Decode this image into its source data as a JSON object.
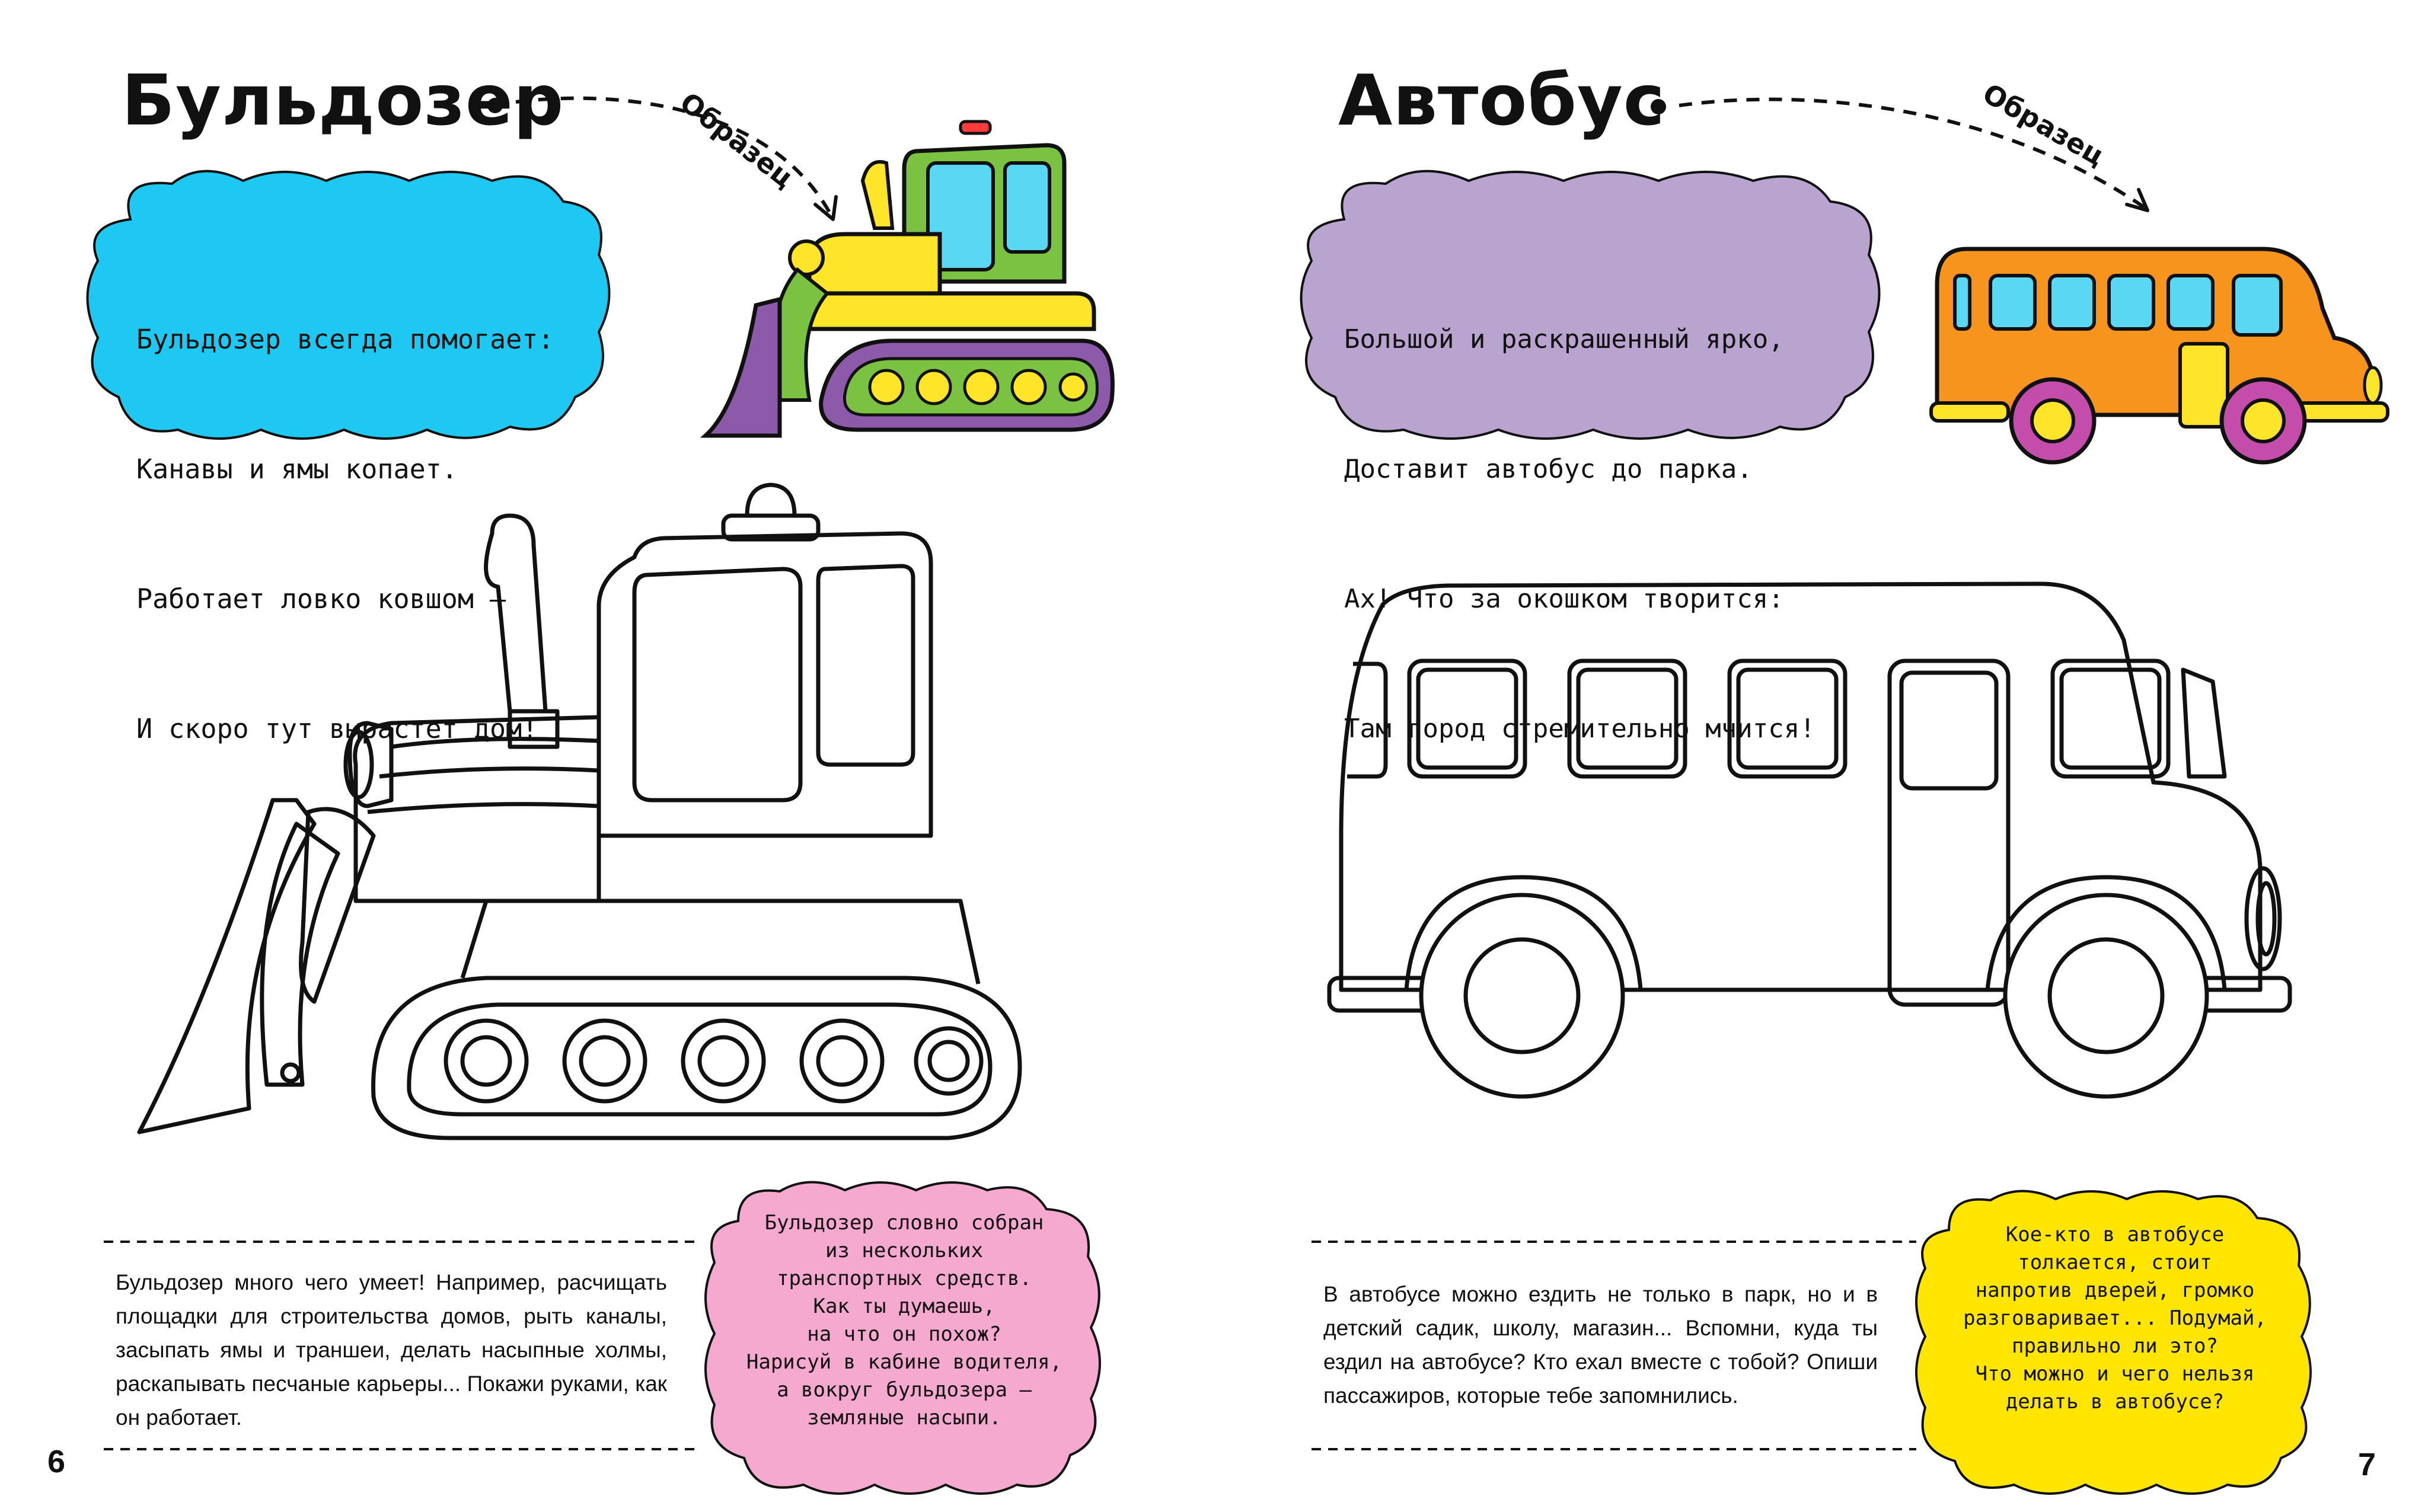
{
  "left_page": {
    "title": "Бульдозер",
    "sample_label": "Образец",
    "poem": [
      "Бульдозер всегда помогает:",
      "Канавы и ямы копает.",
      "Работает ловко ковшом –",
      "И скоро тут вырастет дом!"
    ],
    "note": [
      "Бульдозер словно собран",
      "из нескольких",
      "транспортных средств.",
      "Как ты думаешь,",
      "на что он похож?",
      "Нарисуй в кабине водителя,",
      "а вокруг бульдозера –",
      "земляные насыпи."
    ],
    "body": "Бульдозер много чего умеет! Например, расчищать площадки для строительства домов, рыть каналы, засыпать ямы и траншеи, делать насыпные холмы, раскапывать песчаные карьеры... Покажи руками, как он работает.",
    "page_number": "6"
  },
  "right_page": {
    "title": "Автобус",
    "sample_label": "Образец",
    "poem": [
      "Большой и раскрашенный ярко,",
      "Доставит автобус до парка.",
      "Ах! Что за окошком творится:",
      "Там город стремительно мчится!"
    ],
    "note": [
      "Кое-кто в автобусе",
      "толкается, стоит",
      "напротив дверей, громко",
      "разговаривает... Подумай,",
      "правильно ли это?",
      "Что можно и чего нельзя",
      "делать в автобусе?"
    ],
    "body": "В автобусе можно ездить не только в парк, но и в детский садик, школу, магазин... Вспомни, куда ты ездил на автобусе? Кто ехал вместе с тобой? Опиши пассажиров, которые тебе запомнились.",
    "page_number": "7"
  },
  "colors": {
    "blue_cloud": "#1ec8f0",
    "lilac_cloud": "#b9a3cf",
    "pink_cloud": "#f6a9cf",
    "yellow_cloud": "#ffe500",
    "bulldozer_yellow": "#ffe52a",
    "bulldozer_green": "#7cc242",
    "bus_orange": "#f7941d",
    "wheel_magenta": "#c44dab"
  }
}
